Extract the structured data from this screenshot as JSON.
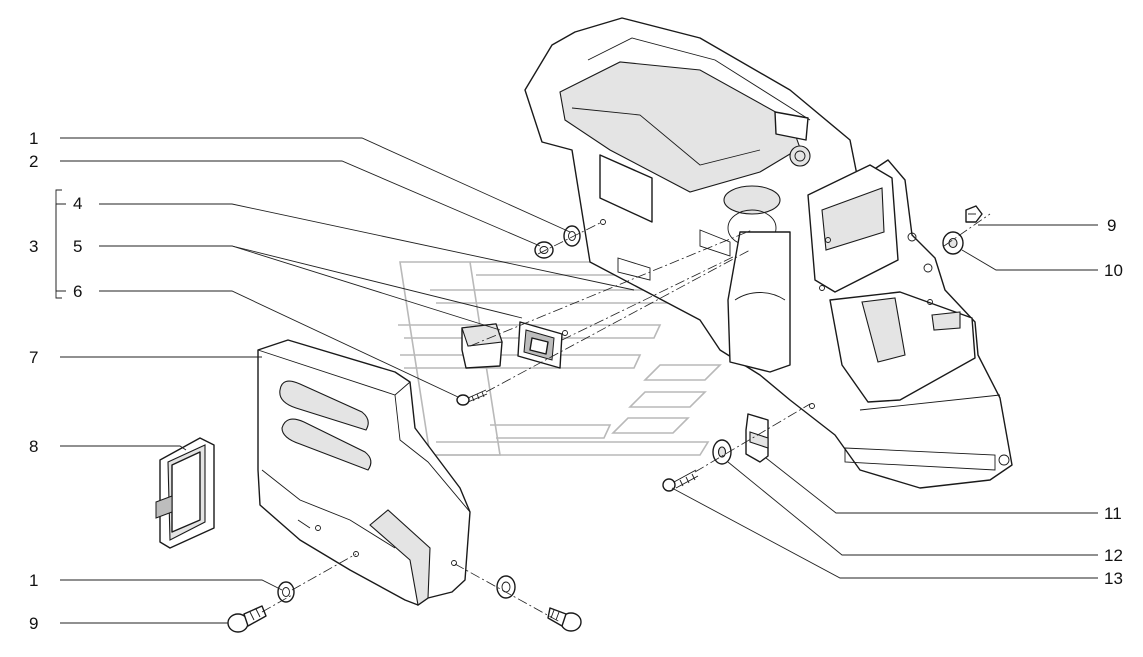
{
  "callouts": [
    {
      "id": "c1a",
      "text": "1"
    },
    {
      "id": "c2",
      "text": "2"
    },
    {
      "id": "c3",
      "text": "3"
    },
    {
      "id": "c4",
      "text": "4"
    },
    {
      "id": "c5",
      "text": "5"
    },
    {
      "id": "c6",
      "text": "6"
    },
    {
      "id": "c7",
      "text": "7"
    },
    {
      "id": "c8",
      "text": "8"
    },
    {
      "id": "c1b",
      "text": "1"
    },
    {
      "id": "c9b",
      "text": "9"
    },
    {
      "id": "c9a",
      "text": "9"
    },
    {
      "id": "c10",
      "text": "10"
    },
    {
      "id": "c11",
      "text": "11"
    },
    {
      "id": "c12",
      "text": "12"
    },
    {
      "id": "c13",
      "text": "13"
    }
  ]
}
